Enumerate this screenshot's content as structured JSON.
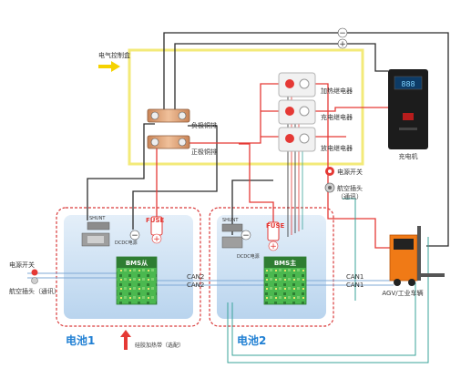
{
  "labels": {
    "control_box": "电气控制盒",
    "neg_busbar": "负极铜排",
    "pos_busbar": "正极铜排",
    "heat_relay": "加热继电器",
    "charge_relay": "充电继电器",
    "discharge_relay": "放电继电器",
    "power_switch_right": "电源开关",
    "aviation_plug_right": "航空插头",
    "comm_right": "（通讯）",
    "charger": "充电机",
    "agv": "AGV/工业车辆",
    "power_switch_left": "电源开关",
    "aviation_plug_left": "航空插头（通讯）",
    "bms_slave": "BMS从",
    "bms_master": "BMS主",
    "fuse": "FUSE",
    "shunt": "SHUNT",
    "dcdc": "DCDC电源",
    "can1": "CAN1",
    "can2": "CAN2",
    "battery1": "电池1",
    "battery2": "电池2",
    "heating_film": "硅胶加热带（选配）",
    "charger_display": "888",
    "plus": "+",
    "minus": "−"
  },
  "colors": {
    "dashed_box": "#d93a3a",
    "control_box_outline": "#f3ea79",
    "wire_red": "#e53935",
    "wire_black": "#2b2b2b",
    "can_blue": "#7fa9d6",
    "comm_teal": "#3aa39a",
    "bms_green": "#4bb84f",
    "battery_bg": "#cfe3f5",
    "label_blue": "#1f7fd3",
    "arrow_yellow": "#f5d200"
  },
  "icons": [
    "shunt-icon",
    "dcdc-icon",
    "fuse-icon",
    "relay-icon",
    "power-switch-icon",
    "aviation-plug-icon",
    "charger-icon",
    "agv-forklift-icon"
  ]
}
